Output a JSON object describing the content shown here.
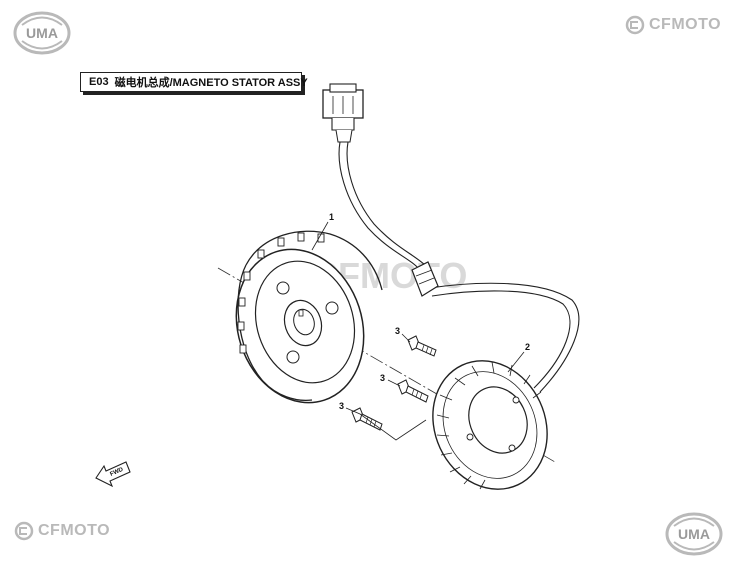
{
  "header": {
    "brand_left": "UMA",
    "brand_right": "CFMOTO"
  },
  "title": {
    "code": "E03",
    "text": "磁电机总成/MAGNETO STATOR ASSY"
  },
  "watermark": "CFMOTO",
  "footer": {
    "brand_left": "CFMOTO",
    "brand_right": "UMA"
  },
  "callouts": {
    "flywheel": "1",
    "stator": "2",
    "bolt": "3"
  },
  "fwd_label": "FWD",
  "colors": {
    "line": "#222222",
    "logo_gray": "#b9b9b9",
    "watermark": "#d9d9d9"
  }
}
